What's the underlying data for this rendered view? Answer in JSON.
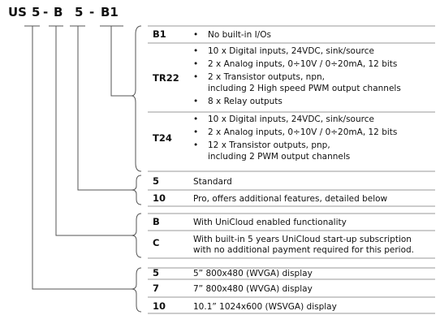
{
  "model_code": {
    "parts": [
      "US",
      "5",
      "-",
      "B",
      "5",
      "-",
      "B1"
    ]
  },
  "segments": [
    {
      "options": [
        {
          "key": "B1",
          "bullets": [
            [
              "No built-in I/Os"
            ]
          ]
        },
        {
          "key": "TR22",
          "bullets": [
            [
              "10 x Digital inputs, 24VDC, sink/source"
            ],
            [
              "2 x Analog inputs, 0÷10V / 0÷20mA, 12 bits"
            ],
            [
              "2 x Transistor outputs, npn,",
              "including 2 High speed PWM output channels"
            ],
            [
              "8 x Relay outputs"
            ]
          ]
        },
        {
          "key": "T24",
          "bullets": [
            [
              "10 x Digital inputs, 24VDC, sink/source"
            ],
            [
              "2 x Analog inputs, 0÷10V / 0÷20mA, 12 bits"
            ],
            [
              "12 x Transistor outputs, pnp,",
              "including 2 PWM output channels"
            ]
          ]
        }
      ]
    },
    {
      "options": [
        {
          "key": "5",
          "lines": [
            "Standard"
          ]
        },
        {
          "key": "10",
          "lines": [
            "Pro, offers additional features, detailed below"
          ]
        }
      ]
    },
    {
      "options": [
        {
          "key": "B",
          "lines": [
            "With UniCloud enabled functionality"
          ]
        },
        {
          "key": "C",
          "lines": [
            "With built-in 5 years UniCloud start-up subscription",
            "with no additional payment required for this period."
          ]
        }
      ]
    },
    {
      "options": [
        {
          "key": "5",
          "lines": [
            "5” 800x480 (WVGA) display"
          ]
        },
        {
          "key": "7",
          "lines": [
            "7” 800x480 (WVGA) display"
          ]
        },
        {
          "key": "10",
          "lines": [
            "10.1” 1024x600 (WSVGA) display"
          ]
        }
      ]
    }
  ],
  "bullet_symbol": "•"
}
